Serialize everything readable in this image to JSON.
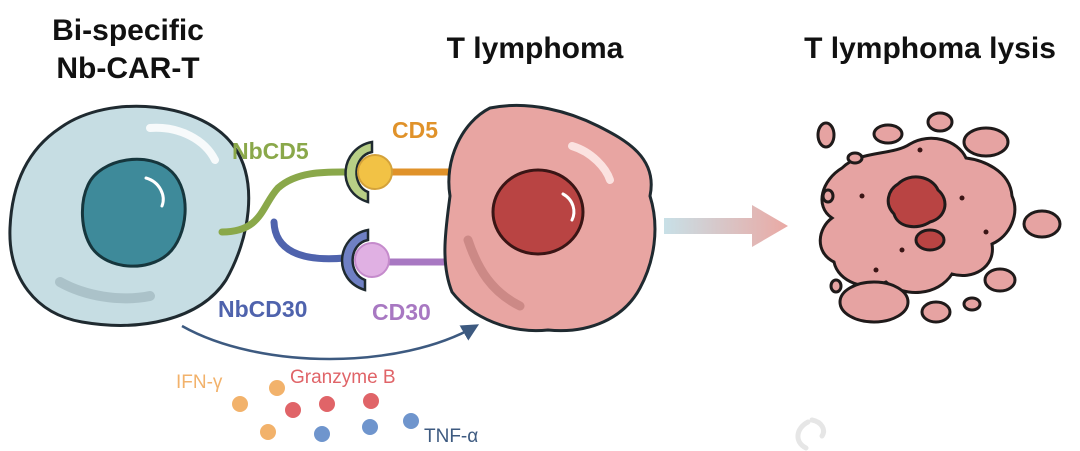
{
  "titles": {
    "car_t_line1": "Bi-specific",
    "car_t_line2": "Nb-CAR-T",
    "lymphoma": "T lymphoma",
    "lysis": "T lymphoma lysis"
  },
  "labels": {
    "nbcd5": "NbCD5",
    "cd5": "CD5",
    "nbcd30": "NbCD30",
    "cd30": "CD30"
  },
  "cytokines": {
    "ifn": "IFN-γ",
    "granzyme": "Granzyme B",
    "tnf": "TNF-α"
  },
  "colors": {
    "car_t_body": "#c6dde3",
    "car_t_nucleus": "#3e8a9a",
    "lymphoma_body": "#e8a5a2",
    "lymphoma_nucleus": "#b94443",
    "nbcd5": "#8aa84a",
    "cd5": "#e0922a",
    "nbcd30": "#4f63ad",
    "cd30": "#a878c2",
    "ifn": "#f2b26b",
    "granzyme": "#e06468",
    "tnf": "#6f95cd",
    "arrow_start": "#c5dfe6",
    "arrow_end": "#e9aaa6"
  }
}
